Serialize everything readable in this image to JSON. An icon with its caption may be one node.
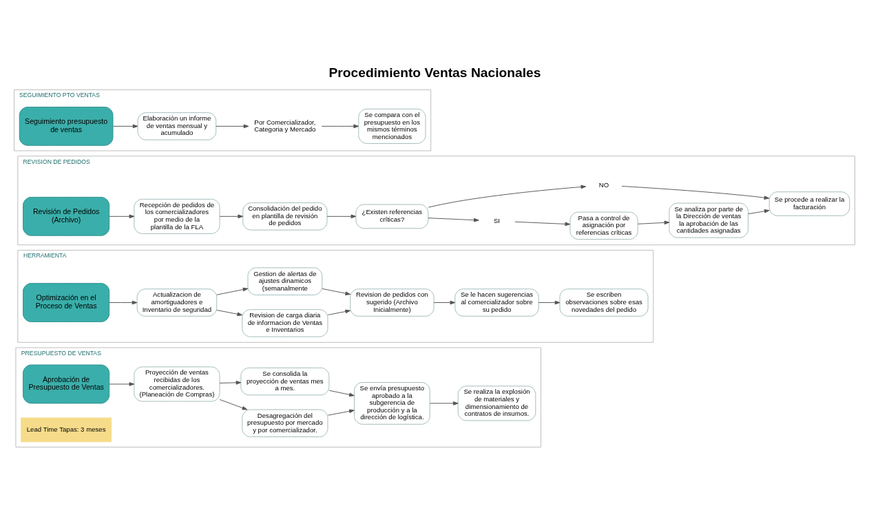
{
  "diagram": {
    "title": "Procedimiento Ventas Nacionales",
    "nodes": [
      {
        "text": [
          "PRESUPUESTO DE VENTAS"
        ]
      },
      {
        "text": [
          "Aprobación de Presupuesto de Ventas"
        ],
        "in": 0
      },
      {
        "text": [
          "Proyección de ventas recibidas de los comercializadores. (Planeación de Compras)"
        ],
        "in": 0
      },
      {
        "text": [
          "Desagregación del presupuesto por mercado y por comercializador."
        ],
        "in": 0
      },
      {
        "text": [
          "Se consolida la proyección de ventas mes a mes."
        ],
        "in": 0
      },
      {
        "text": [
          "Se envía presupuesto aprobado a la subgerencia de producción y a la dirección de logística."
        ],
        "in": 0
      },
      {
        "text": [
          "Se realiza la explosión de materiales y dimensionamiento de contratos de insumos."
        ],
        "in": 0
      },
      {
        "text": [
          "Lead Time Tapas: 3 meses"
        ],
        "in": 0
      },
      {
        "text": [
          "HERRAMIENTA"
        ]
      },
      {
        "text": [
          "Optimización en el Proceso de Ventas"
        ],
        "in": 8
      },
      {
        "text": [
          "Actualizacion de amortiguadores e Inventario de seguridad"
        ],
        "in": 8
      },
      {
        "text": [
          "Revision de carga diaria de informacion de Ventas e Inventarios"
        ],
        "in": 8
      },
      {
        "text": [
          "Gestion de alertas de ajustes dinamicos (semanalmente"
        ],
        "in": 8
      },
      {
        "text": [
          "Revision de pedidos con sugerido (Archivo Inicialmente)"
        ],
        "in": 8
      },
      {
        "text": [
          "Se le hacen sugerencias al comercializador sobre su pedido"
        ],
        "in": 8
      },
      {
        "text": [
          "Se escriben observaciones sobre esas novedades del pedido"
        ],
        "in": 8
      },
      {
        "text": [
          "REVISION DE PEDIDOS"
        ]
      },
      {
        "text": [
          "Revisión de Pedidos (Archivo)"
        ],
        "in": 16
      },
      {
        "text": [
          "Recepción de pedidos de los comercializadores por medio de la plantilla de la FLA"
        ],
        "in": 16
      },
      {
        "text": [
          "Consolidación del pedido en plantilla de revisión de pedidos"
        ],
        "in": 16
      },
      {
        "text": [
          "¿Existen referencias críticas?"
        ],
        "in": 16
      },
      {
        "text": [
          "SI"
        ],
        "in": 16
      },
      {
        "text": [
          "NO"
        ],
        "in": 16
      },
      {
        "text": [
          "Pasa a control de asignación por referencias críticas"
        ],
        "in": 16
      },
      {
        "text": [
          "Se analiza por parte de la Dirección de ventas la aprobación de las cantidades asignadas"
        ],
        "in": 16
      },
      {
        "text": [
          "Se procede a realizar la facturación"
        ],
        "in": 16
      },
      {
        "text": [
          "SEGUIMIENTO PTO VENTAS"
        ]
      },
      {
        "text": [
          "Seguimiento presupuesto de ventas"
        ],
        "in": 26
      },
      {
        "text": [
          "Elaboración un informe de ventas mensual y acumulado"
        ],
        "in": 26
      },
      {
        "text": [
          "Por Comercializador, Categoria y Mercado"
        ],
        "in": 26
      },
      {
        "text": [
          "Se compara con el presupuesto en los mismos términos mencionados"
        ],
        "in": 26
      }
    ],
    "edges": [
      {
        "from": 1,
        "to": 2,
        "arrow": "to"
      },
      {
        "from": 2,
        "to": 3,
        "arrow": "to"
      },
      {
        "from": 2,
        "to": 4,
        "arrow": "to"
      },
      {
        "from": 3,
        "to": 5,
        "arrow": "to"
      },
      {
        "from": 4,
        "to": 5,
        "arrow": "to"
      },
      {
        "from": 5,
        "to": 6,
        "arrow": "to"
      },
      {
        "from": 9,
        "to": 10,
        "arrow": "to"
      },
      {
        "from": 10,
        "to": 11,
        "arrow": "to"
      },
      {
        "from": 10,
        "to": 12,
        "arrow": "to"
      },
      {
        "from": 11,
        "to": 13,
        "arrow": "to"
      },
      {
        "from": 12,
        "to": 13,
        "arrow": "to"
      },
      {
        "from": 13,
        "to": 14,
        "arrow": "to"
      },
      {
        "from": 14,
        "to": 15,
        "arrow": "to"
      },
      {
        "from": 17,
        "to": 18,
        "arrow": "to"
      },
      {
        "from": 18,
        "to": 19,
        "arrow": "to"
      },
      {
        "from": 19,
        "to": 20,
        "arrow": "to"
      },
      {
        "from": 20,
        "to": 21,
        "arrow": "to"
      },
      {
        "from": 20,
        "to": 22,
        "arrow": "to"
      },
      {
        "from": 21,
        "to": 23,
        "arrow": "to"
      },
      {
        "from": 23,
        "to": 24,
        "arrow": "to"
      },
      {
        "from": 24,
        "to": 25,
        "arrow": "to"
      },
      {
        "from": 22,
        "to": 25,
        "arrow": "to"
      },
      {
        "from": 27,
        "to": 28,
        "arrow": "to"
      },
      {
        "from": 28,
        "to": 29,
        "arrow": "to"
      },
      {
        "from": 29,
        "to": 30,
        "arrow": "to"
      }
    ]
  }
}
